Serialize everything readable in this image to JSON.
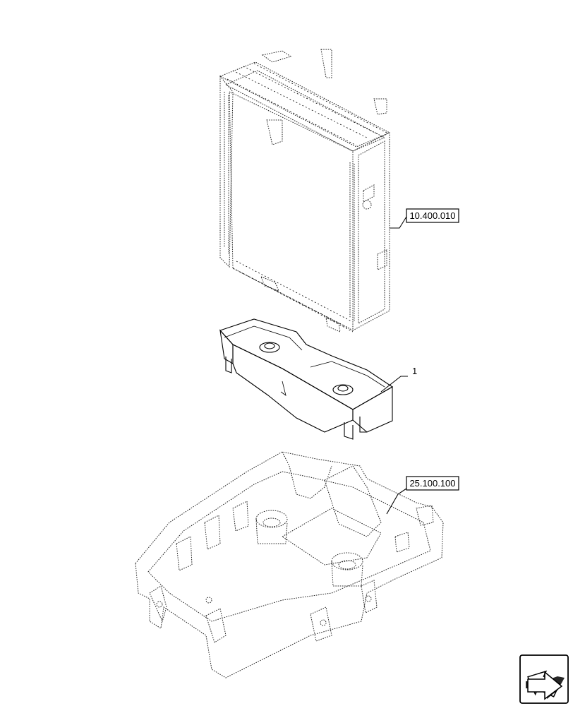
{
  "callouts": {
    "radiator_ref": "10.400.010",
    "item_number": "1",
    "frame_ref": "25.100.100"
  },
  "icons": {
    "nav": "prev-page-arrow-icon"
  }
}
